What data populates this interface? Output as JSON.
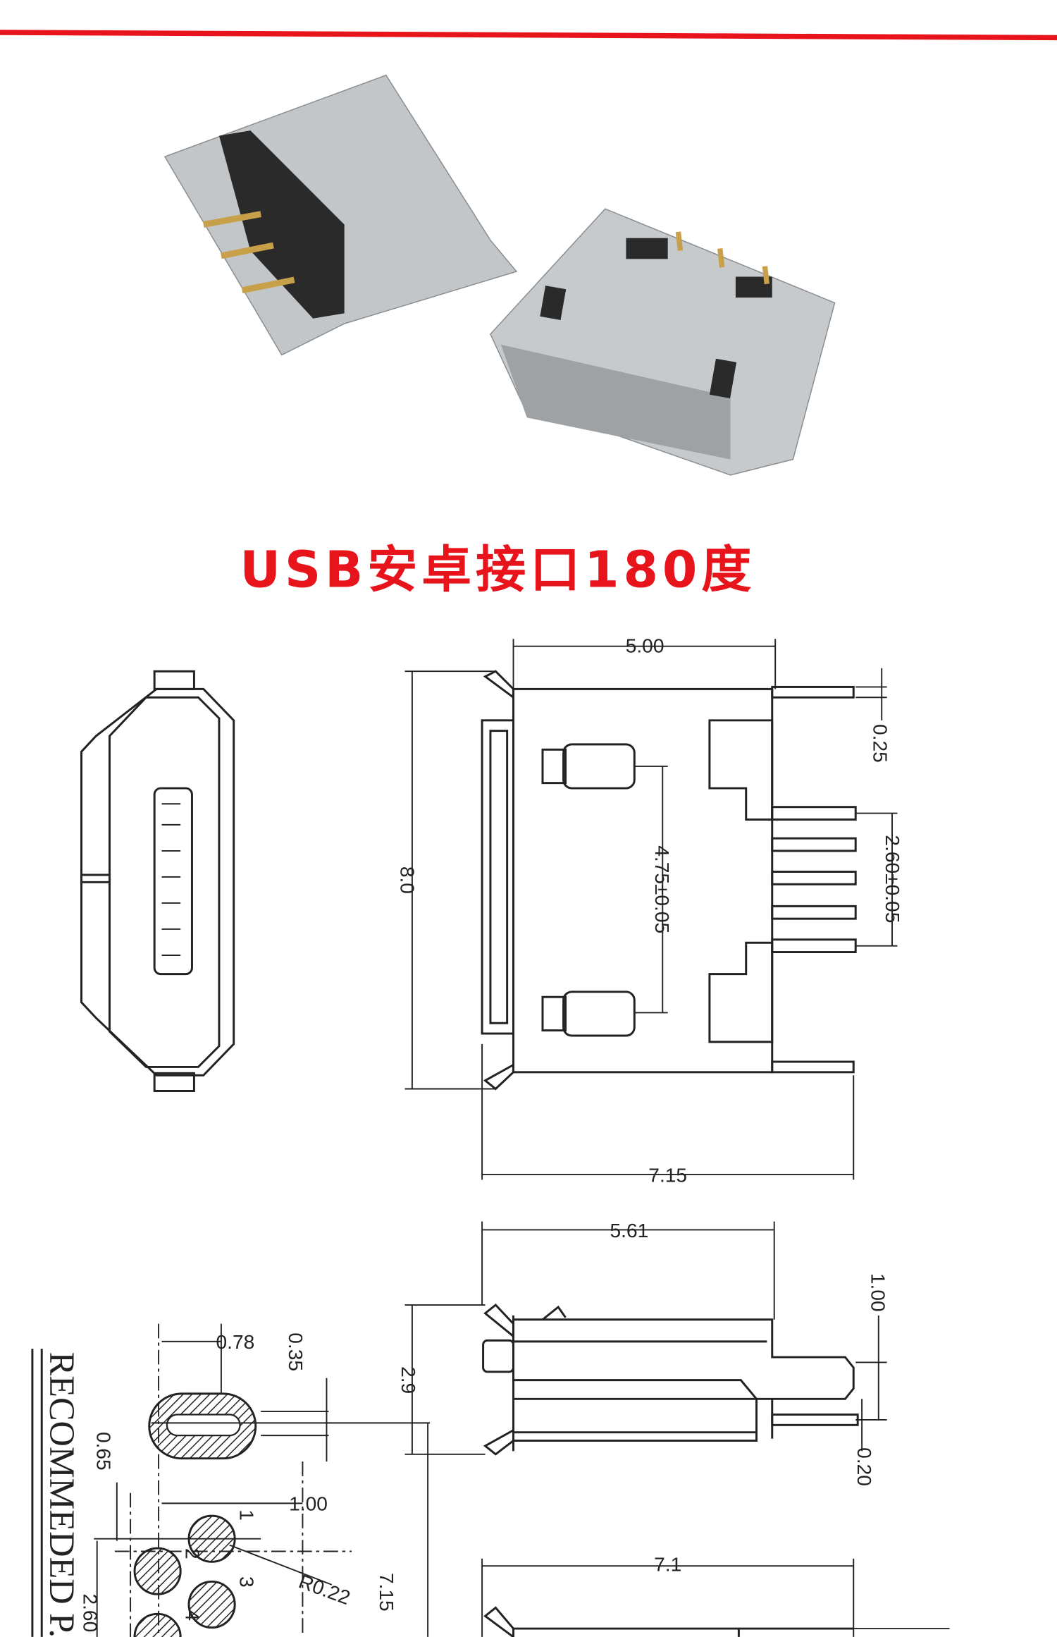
{
  "colors": {
    "accent_red": "#e8141c",
    "metal": "#b9bcbf",
    "plastic": "#2a2a2a",
    "pin": "#c9a04a",
    "line": "#222222"
  },
  "title": "USB安卓接口180度",
  "top_view": {
    "width": "5.00",
    "pin_thickness": "0.25",
    "pin_pitch": "2.60±0.05",
    "peg_spacing": "4.75±0.05",
    "height": "8.0",
    "overall_length": "7.15"
  },
  "side_view": {
    "length": "5.61",
    "pin_offset": "1.00",
    "height": "2.9",
    "pin_thickness": "0.20"
  },
  "bottom_view": {
    "length": "7.1"
  },
  "pcb_layout": {
    "heading": "RECOMMEDED P.C",
    "slot_width": "0.78",
    "slot_height": "0.35",
    "offset_a": "0.65",
    "pad_offset": "1.00",
    "pad_radius": "R0.22",
    "total": "7.15",
    "pitch": "2.60",
    "pin_numbers": [
      "1",
      "2",
      "3",
      "4"
    ]
  }
}
